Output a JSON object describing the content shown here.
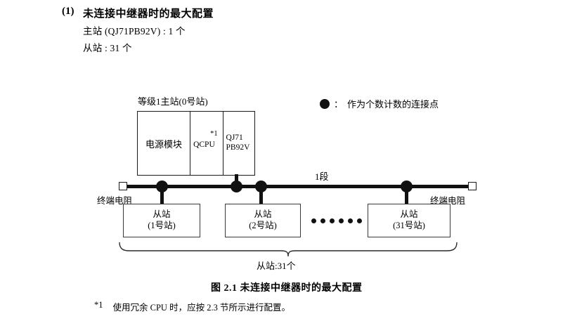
{
  "heading": {
    "number": "(1)",
    "title": "未连接中继器时的最大配置",
    "spec_master": "主站 (QJ71PB92V) : 1 个",
    "spec_slave": "从站 : 31 个"
  },
  "legend": {
    "symbol": "filled-circle",
    "colon": "：",
    "text": "作为个数计数的连接点"
  },
  "diagram": {
    "master_caption": "等级1主站(0号站)",
    "rack": {
      "power_label": "电源模块",
      "cpu_label": "QCPU",
      "cpu_note": "*1",
      "module_line1": "QJ71",
      "module_line2": "PB92V"
    },
    "segment_label": "1段",
    "terminal_resistor_left": "终端电阻",
    "terminal_resistor_right": "终端电阻",
    "slaves": [
      {
        "name": "从站",
        "station": "(1号站)"
      },
      {
        "name": "从站",
        "station": "(2号站)"
      },
      {
        "name": "从站",
        "station": "(31号站)"
      }
    ],
    "ellipsis_count": 6,
    "brace_label": "从站:31个"
  },
  "figure": {
    "caption": "图 2.1  未连接中继器时的最大配置"
  },
  "footnote": {
    "marker": "*1",
    "text": "使用冗余 CPU 时，应按 2.3 节所示进行配置。"
  },
  "colors": {
    "ink": "#111111",
    "box_border": "#3a3a3a",
    "page_background": "#ffffff"
  }
}
